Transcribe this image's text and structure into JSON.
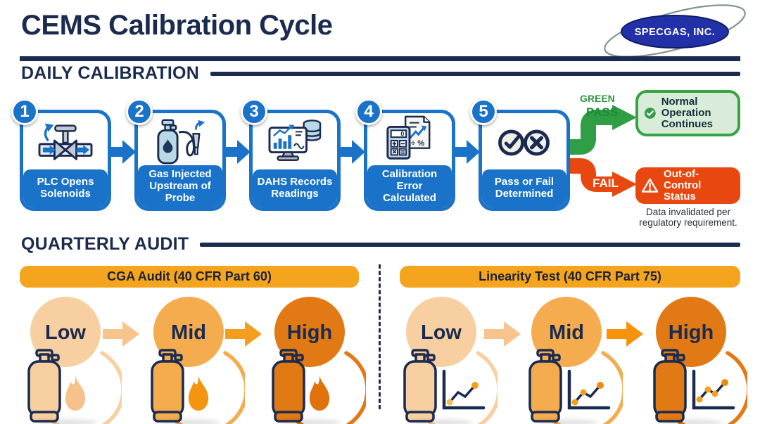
{
  "header": {
    "title": "CEMS Calibration Cycle",
    "logo_text": "SPECGAS, INC."
  },
  "daily": {
    "section_title": "DAILY CALIBRATION",
    "steps": [
      {
        "number": "1",
        "label": "PLC Opens Solenoids",
        "icon": "valve-icon"
      },
      {
        "number": "2",
        "label": "Gas Injected Upstream of Probe",
        "icon": "gas-cylinder-probe-icon"
      },
      {
        "number": "3",
        "label": "DAHS Records Readings",
        "icon": "monitor-database-icon"
      },
      {
        "number": "4",
        "label": "Calibration Error Calculated",
        "icon": "calculator-document-icon"
      },
      {
        "number": "5",
        "label": "Pass or Fail Determined",
        "icon": "pass-fail-icon"
      }
    ],
    "pass_branch": {
      "line1": "GREEN",
      "line2": "PASS"
    },
    "fail_branch": {
      "label": "FAIL"
    },
    "pass_outcome": {
      "text": "Normal Operation Continues"
    },
    "fail_outcome": {
      "text": "Out-of-Control Status",
      "note": "Data invalidated per regulatory requirement."
    }
  },
  "quarterly": {
    "section_title": "QUARTERLY AUDIT",
    "panels": [
      {
        "title": "CGA Audit (40 CFR Part 60)",
        "icon_type": "flame",
        "stages": [
          {
            "label": "Low"
          },
          {
            "label": "Mid"
          },
          {
            "label": "High"
          }
        ]
      },
      {
        "title": "Linearity Test (40 CFR Part 75)",
        "icon_type": "line-chart",
        "stages": [
          {
            "label": "Low"
          },
          {
            "label": "Mid"
          },
          {
            "label": "High"
          }
        ]
      }
    ]
  },
  "icon_glyphs": {
    "calculator_display": "0",
    "doc_symbols": "÷ %"
  },
  "colors": {
    "navy": "#1B2B4F",
    "blue": "#1A73C8",
    "green": "#2F9E44",
    "green_bg": "#D9EBD9",
    "red": "#E8470F",
    "banner_orange": "#F5A51D",
    "stage_low": "#F8CFA0",
    "stage_mid": "#F5AC4E",
    "stage_high": "#E17914"
  }
}
